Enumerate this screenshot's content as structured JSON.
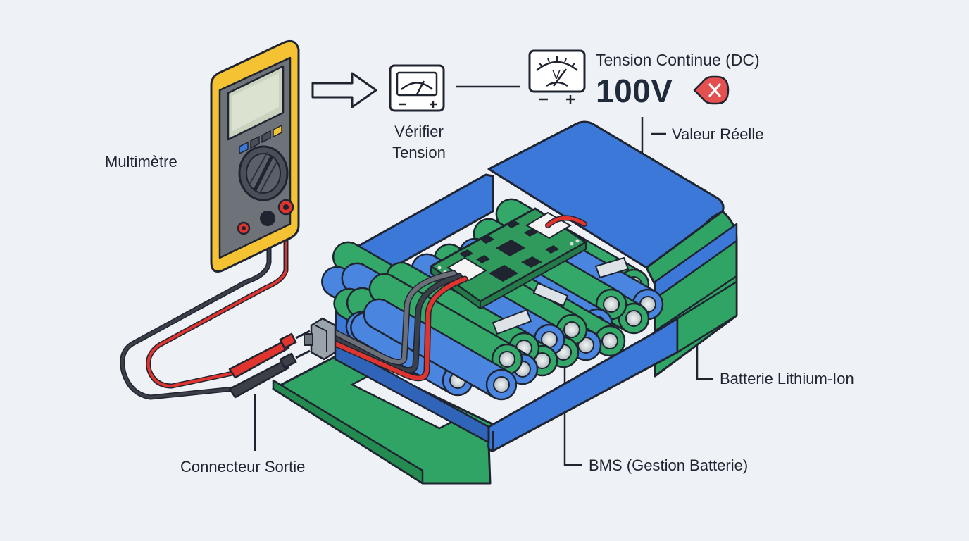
{
  "labels": {
    "multimeter": "Multimètre",
    "check_voltage_line1": "Vérifier",
    "check_voltage_line2": "Tension",
    "dc_voltage": "Tension Continue (DC)",
    "voltage_value": "100V",
    "real_value": "Valeur Réelle",
    "battery": "Batterie Lithium-Ion",
    "bms": "BMS (Gestion Batterie)",
    "output_connector": "Connecteur Sortie"
  },
  "icons": {
    "meter_small": "analog-voltmeter-icon",
    "meter_large": "voltmeter-v-icon",
    "error": "error-x-icon",
    "arrow": "right-arrow-icon"
  },
  "colors": {
    "background": "#eef1f5",
    "outline": "#1f2430",
    "multimeter_yellow": "#f4c232",
    "battery_blue": "#3b78d8",
    "cell_green": "#34a868",
    "cell_blue": "#4a86e0",
    "pcb_green": "#2f9a5c",
    "probe_red": "#e0342f",
    "error_red": "#e45050"
  }
}
